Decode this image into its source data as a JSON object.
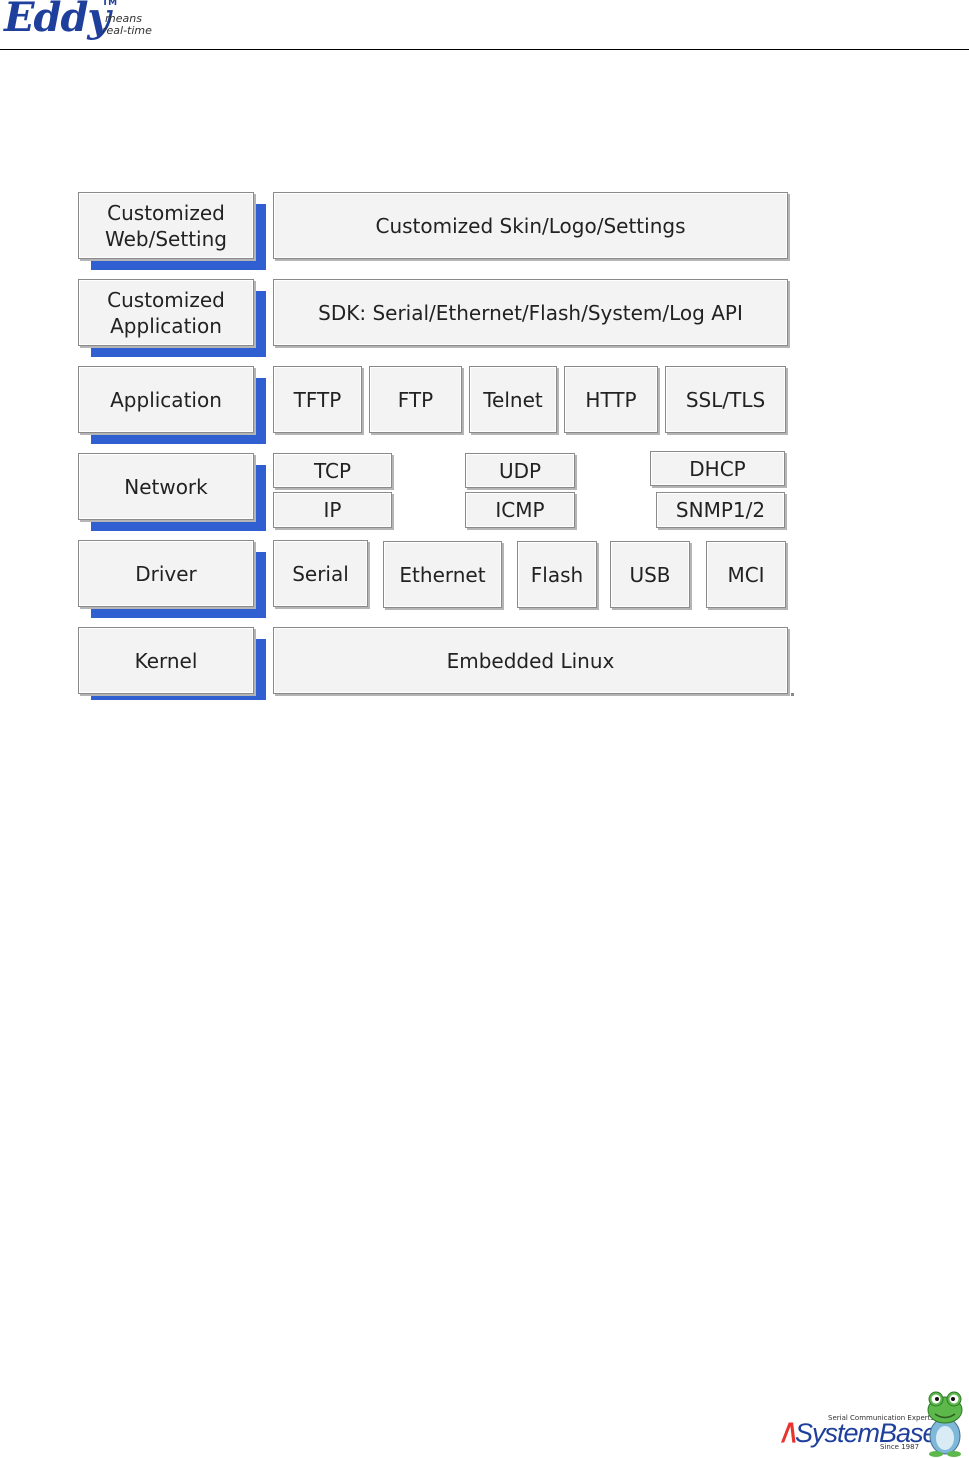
{
  "header": {
    "brand": "Eddy",
    "tm": "TM",
    "tagline_1": "means",
    "tagline_2": "real-time"
  },
  "diagram": {
    "layers": [
      {
        "label": "Customized\nWeb/Setting",
        "items": [
          "Customized Skin/Logo/Settings"
        ]
      },
      {
        "label": "Customized\nApplication",
        "items": [
          "SDK: Serial/Ethernet/Flash/System/Log API"
        ]
      },
      {
        "label": "Application",
        "items": [
          "TFTP",
          "FTP",
          "Telnet",
          "HTTP",
          "SSL/TLS"
        ]
      },
      {
        "label": "Network",
        "items": [
          "TCP",
          "IP",
          "UDP",
          "ICMP",
          "DHCP",
          "SNMP1/2"
        ]
      },
      {
        "label": "Driver",
        "items": [
          "Serial",
          "Ethernet",
          "Flash",
          "USB",
          "MCI"
        ]
      },
      {
        "label": "Kernel",
        "items": [
          "Embedded Linux"
        ]
      }
    ],
    "accent_color": "#2f5fd0"
  },
  "footer": {
    "company_tagline": "Serial Communication Experts",
    "company_slash": "/\\",
    "company_name": "SystemBase",
    "since": "Since 1987"
  }
}
